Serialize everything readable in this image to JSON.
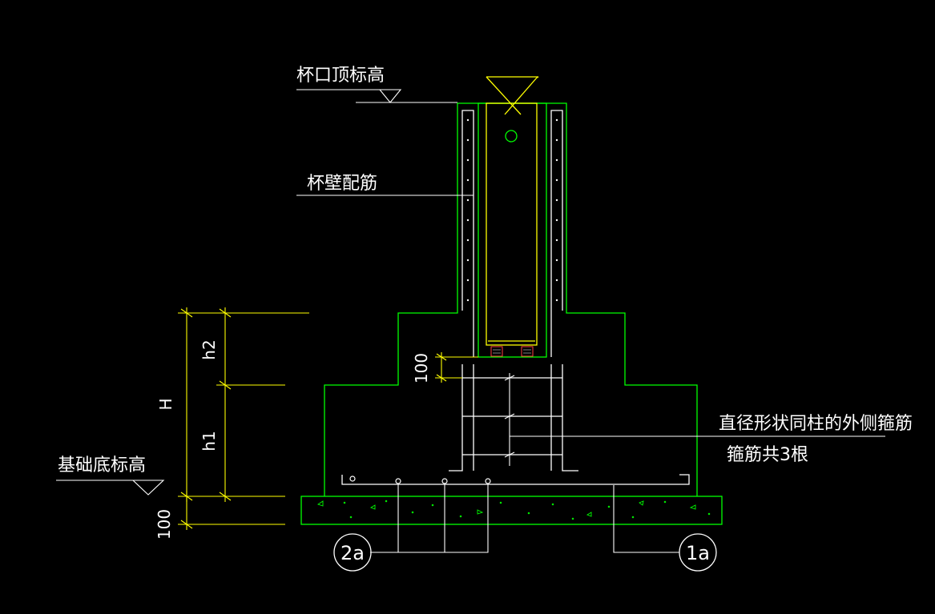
{
  "labels": {
    "cup_top_elevation": "杯口顶标高",
    "cup_wall_reinforcement": "杯壁配筋",
    "foundation_bottom_elevation": "基础底标高",
    "stirrup_note_line1": "直径形状同柱的外侧箍筋",
    "stirrup_note_line2": "箍筋共3根"
  },
  "dimensions": {
    "h2": "h2",
    "h1": "h1",
    "H": "H",
    "cover_100_upper": "100",
    "cover_100_lower": "100"
  },
  "bubbles": {
    "bar_2a": "2a",
    "bar_1a": "1a"
  },
  "colors": {
    "background": "#000000",
    "concrete_outline": "#00ff00",
    "dimension_lines": "#ffff00",
    "leader_lines": "#ffffff",
    "column": "#ffff00",
    "pad_hatch": "#ff4040"
  }
}
